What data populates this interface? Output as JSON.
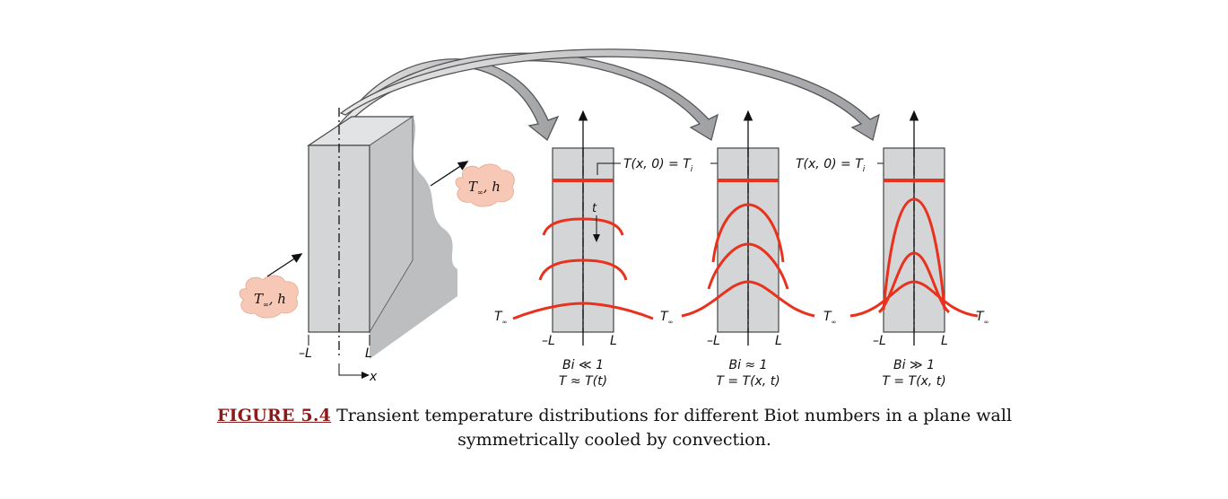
{
  "figure": {
    "label": "FIGURE 5.4",
    "caption": "Transient temperature distributions for different Biot numbers in a plane wall symmetrically cooled by convection."
  },
  "wall": {
    "minus_L": "–L",
    "plus_L": "L",
    "x_axis": "x"
  },
  "convection_label": {
    "T": "T",
    "sub": "∞",
    "h": ", h"
  },
  "t_arrow_label": "t",
  "initial_condition": "T(x, 0) = T",
  "initial_condition_sub": "i",
  "T_inf": {
    "T": "T",
    "sub": "∞"
  },
  "panels": [
    {
      "minus_L": "–L",
      "plus_L": "L",
      "bi": "Bi ≪ 1",
      "relation": "T ≈ T(t)"
    },
    {
      "minus_L": "–L",
      "plus_L": "L",
      "bi": "Bi ≈ 1",
      "relation": "T = T(x, t)"
    },
    {
      "minus_L": "–L",
      "plus_L": "L",
      "bi": "Bi ≫ 1",
      "relation": "T = T(x, t)"
    }
  ],
  "colors": {
    "profile": "#e8321e",
    "wall_fill": "#d4d5d7",
    "wall_side": "#c6c7c9",
    "shadow": "#b8b9bb",
    "cloud": "#f6c8b5",
    "caption_label": "#8b1a1a"
  }
}
